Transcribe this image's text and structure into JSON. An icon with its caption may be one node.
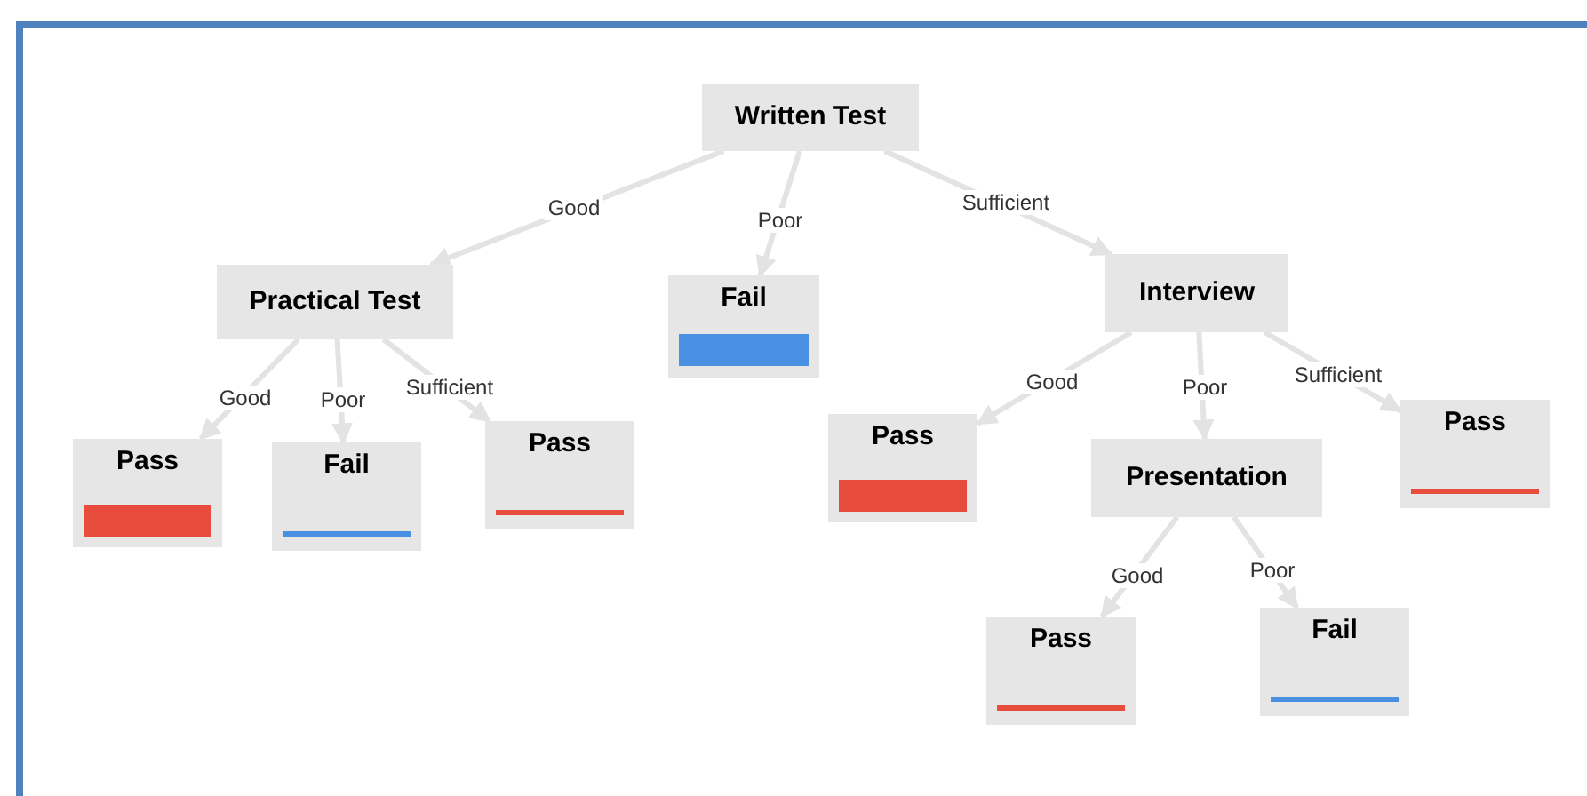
{
  "diagram": {
    "nodes": [
      {
        "text": [
          "Written Test"
        ]
      },
      {
        "text": [
          "Practical Test"
        ]
      },
      {
        "text": [
          "Fail"
        ]
      },
      {
        "text": [
          "Interview"
        ]
      },
      {
        "text": [
          "Pass"
        ]
      },
      {
        "text": [
          "Fail"
        ]
      },
      {
        "text": [
          "Pass"
        ]
      },
      {
        "text": [
          "Pass"
        ]
      },
      {
        "text": [
          "Presentation"
        ]
      },
      {
        "text": [
          "Pass"
        ]
      },
      {
        "text": [
          "Pass"
        ]
      },
      {
        "text": [
          "Fail"
        ]
      },
      {
        "text": [],
        "shape": "bar",
        "in": 2
      },
      {
        "text": [],
        "shape": "bar",
        "in": 4
      },
      {
        "text": [],
        "shape": "bar",
        "in": 5
      },
      {
        "text": [],
        "shape": "bar",
        "in": 6
      },
      {
        "text": [],
        "shape": "bar",
        "in": 7
      },
      {
        "text": [],
        "shape": "bar",
        "in": 9
      },
      {
        "text": [],
        "shape": "bar",
        "in": 10
      },
      {
        "text": [],
        "shape": "bar",
        "in": 11
      }
    ],
    "edges": [
      {
        "from": 0,
        "to": 1,
        "arrow": "to",
        "label": "Good"
      },
      {
        "from": 0,
        "to": 2,
        "arrow": "to",
        "label": "Poor"
      },
      {
        "from": 0,
        "to": 3,
        "arrow": "to",
        "label": "Sufficient"
      },
      {
        "from": 1,
        "to": 4,
        "arrow": "to",
        "label": "Good"
      },
      {
        "from": 1,
        "to": 5,
        "arrow": "to",
        "label": "Poor"
      },
      {
        "from": 1,
        "to": 6,
        "arrow": "to",
        "label": "Sufficient"
      },
      {
        "from": 3,
        "to": 7,
        "arrow": "to",
        "label": "Good"
      },
      {
        "from": 3,
        "to": 8,
        "arrow": "to",
        "label": "Poor"
      },
      {
        "from": 3,
        "to": 9,
        "arrow": "to",
        "label": "Sufficient"
      },
      {
        "from": 8,
        "to": 10,
        "arrow": "to",
        "label": "Good"
      },
      {
        "from": 8,
        "to": 11,
        "arrow": "to",
        "label": "Poor"
      }
    ]
  }
}
